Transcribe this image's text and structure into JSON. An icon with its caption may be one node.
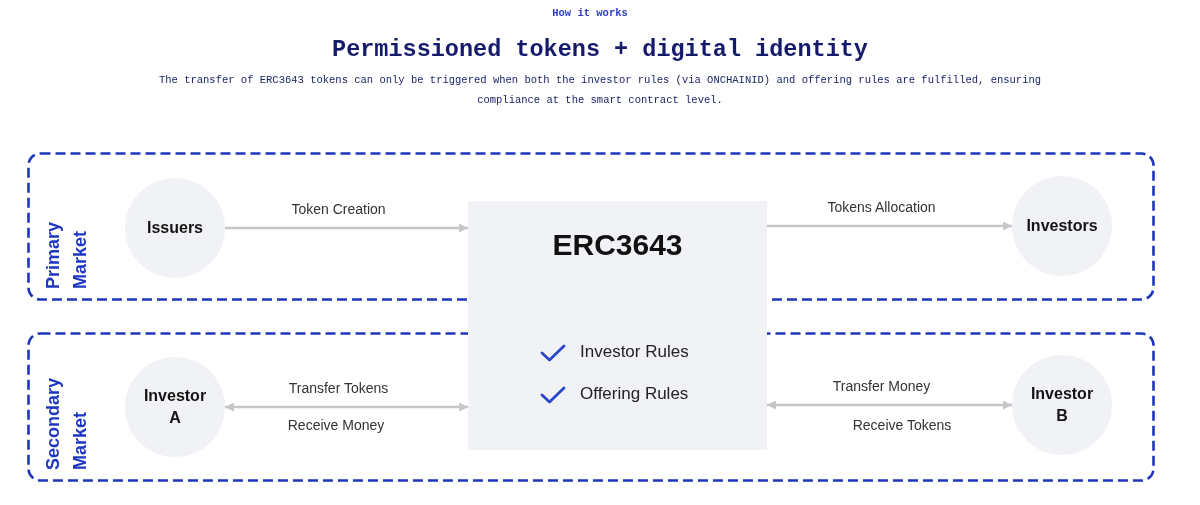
{
  "diagram": {
    "title": "Permissioned tokens + digital identity",
    "caption": "The transfer of ERC3643 tokens can only be triggered when both the investor rules (via ONCHAINID) and offering rules are fulfilled, ensuring compliance at the smart contract level.",
    "nodes": [
      {
        "text": [
          "Primary Market"
        ]
      },
      {
        "text": [
          "Issuers"
        ],
        "in": 0
      },
      {
        "text": [
          "ERC3643",
          "Investor Rules",
          "Offering Rules"
        ]
      },
      {
        "text": [
          "Investors"
        ],
        "in": 0
      },
      {
        "text": [
          "Secondary Market"
        ]
      },
      {
        "text": [
          "Investor A"
        ],
        "in": 4
      },
      {
        "text": [
          "Investor B"
        ],
        "in": 4
      }
    ],
    "edges": [
      {
        "from": 1,
        "to": 2,
        "arrow": "to",
        "label": "Token Creation"
      },
      {
        "from": 2,
        "to": 3,
        "arrow": "to",
        "label": "Tokens Allocation"
      },
      {
        "from": 5,
        "to": 2,
        "arrow": "both",
        "label": "Transfer Tokens"
      },
      {
        "from": 2,
        "to": 6,
        "arrow": "both",
        "label": "Transfer Money"
      }
    ],
    "labels": [
      "How it works",
      "Receive Money",
      "Receive Tokens"
    ]
  }
}
